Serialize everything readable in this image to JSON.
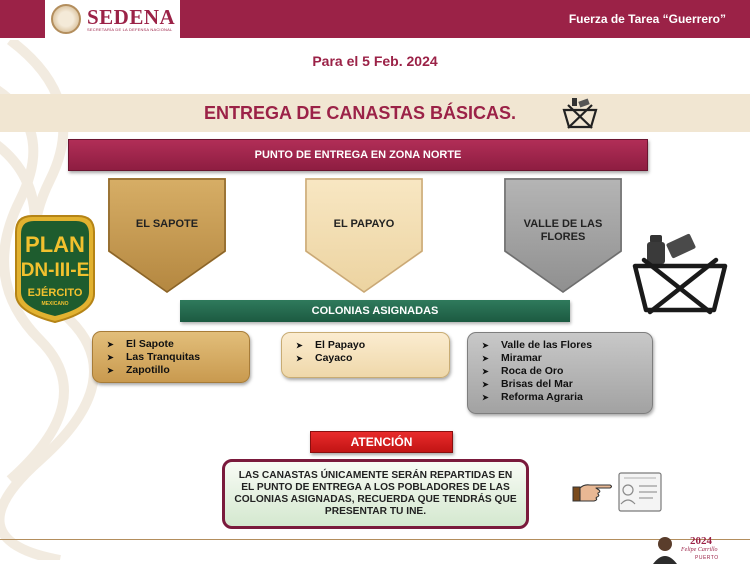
{
  "header": {
    "logo_name": "SEDENA",
    "logo_subtitle": "SECRETARÍA DE LA DEFENSA NACIONAL",
    "title": "Fuerza de Tarea “Guerrero”"
  },
  "date_line": "Para el 5 Feb. 2024",
  "main_title": "ENTREGA DE CANASTAS BÁSICAS.",
  "zone_banner": "PUNTO DE ENTREGA EN ZONA NORTE",
  "plan_badge": {
    "line1": "PLAN",
    "line2": "DN-III-E",
    "line3": "EJÉRCITO",
    "line4": "MEXICANO"
  },
  "delivery_points": [
    {
      "label": "EL SAPOTE"
    },
    {
      "label": "EL PAPAYO"
    },
    {
      "label": "VALLE DE LAS FLORES"
    }
  ],
  "colonias_banner": "COLONIAS ASIGNADAS",
  "colonias": [
    {
      "items": [
        "El Sapote",
        "Las Tranquitas",
        "Zapotillo"
      ]
    },
    {
      "items": [
        "El Papayo",
        "Cayaco"
      ]
    },
    {
      "items": [
        "Valle de las Flores",
        "Miramar",
        "Roca de Oro",
        "Brisas del Mar",
        "Reforma Agraria"
      ]
    }
  ],
  "attention_label": "ATENCIÓN",
  "notice_text": "LAS CANASTAS ÚNICAMENTE SERÁN REPARTIDAS EN EL PUNTO DE ENTREGA A LOS POBLADORES DE LAS COLONIAS ASIGNADAS, RECUERDA QUE TENDRÁS QUE PRESENTAR TU INE.",
  "footer": {
    "year": "2024",
    "name": "Felipe Carrillo",
    "place": "PUERTO"
  },
  "colors": {
    "brand_maroon": "#9b2247",
    "gold": "#b38e5d",
    "green": "#1c5a41",
    "red": "#c21414"
  },
  "icons": [
    "shield-seal-icon",
    "basket-icon",
    "pointing-hand-icon",
    "id-card-icon",
    "bullet-arrow-icon"
  ]
}
